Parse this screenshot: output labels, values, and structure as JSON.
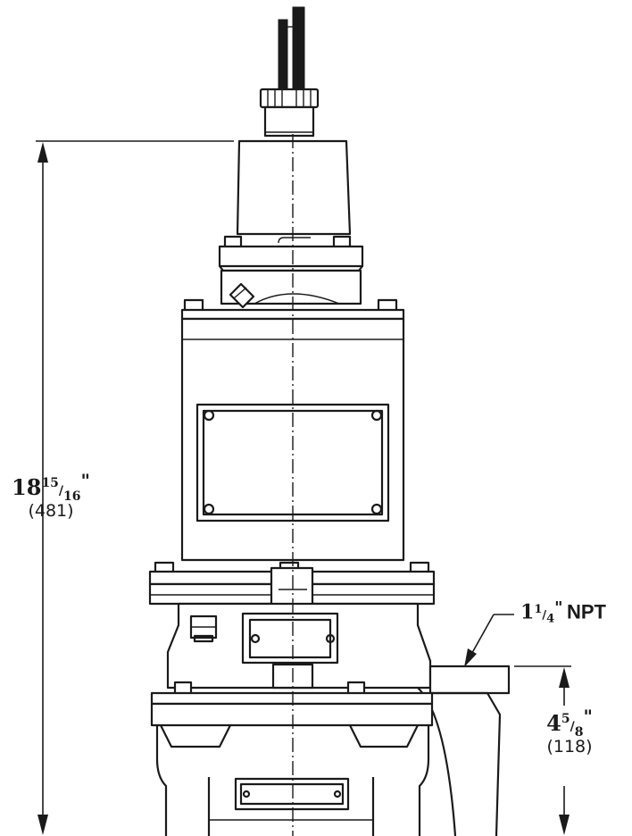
{
  "dimensions": {
    "overall_height": {
      "whole": "18",
      "numerator": "15",
      "denominator": "16",
      "unit": "\"",
      "metric": "(481)"
    },
    "discharge_height": {
      "whole": "4",
      "numerator": "5",
      "denominator": "8",
      "unit": "\"",
      "metric": "(118)"
    }
  },
  "callouts": {
    "discharge": {
      "whole": "1",
      "numerator": "1",
      "denominator": "4",
      "unit": "\"",
      "text": "NPT"
    }
  },
  "colors": {
    "ink": "#1a1a1a",
    "paper": "#ffffff"
  }
}
